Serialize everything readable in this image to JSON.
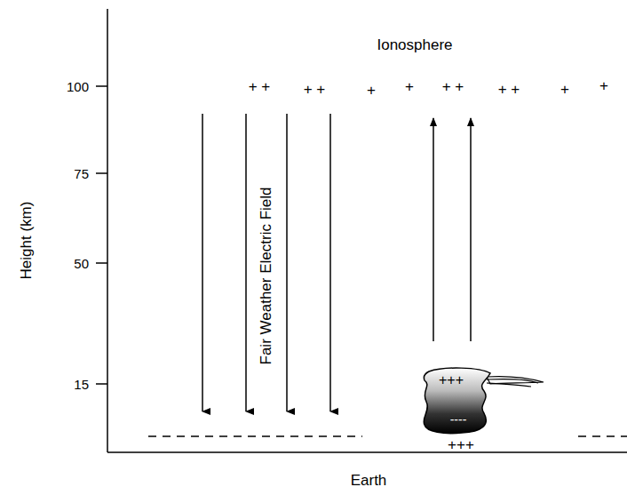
{
  "diagram": {
    "labels": [
      "Ionosphere",
      "Height (km)",
      "100",
      "75",
      "50",
      "15",
      "Fair Weather Electric Field",
      "Earth",
      "+ +",
      "+ +",
      "+",
      "+",
      "+ +",
      "+ +",
      "+",
      "+",
      "+++",
      "----",
      "+++"
    ]
  }
}
